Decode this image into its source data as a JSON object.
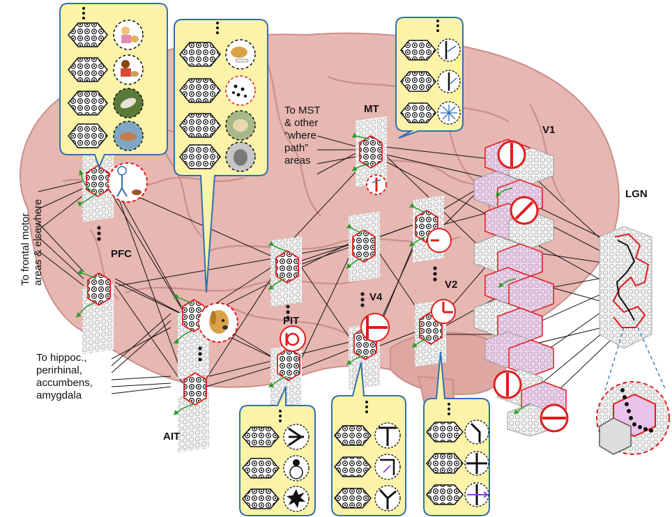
{
  "areas": {
    "pfc": "PFC",
    "ait": "AIT",
    "pit": "PIT",
    "v4": "V4",
    "v2": "V2",
    "mt": "MT",
    "v1": "V1",
    "lgn": "LGN"
  },
  "notes": {
    "frontal": [
      "To frontal motor",
      "areas & elsewhere"
    ],
    "hippoc": [
      "To hippoc.,",
      "perirhinal,",
      "accumbens,",
      "amygdala"
    ],
    "mst": [
      "To MST",
      "& other",
      "“where",
      "path”",
      "areas"
    ]
  },
  "colors": {
    "brain": "#e7b7b2",
    "brain_dark": "#c98f8b",
    "callout_fill": "#fbf3a8",
    "callout_border": "#2e6fb0",
    "feature_red": "#e11b1b",
    "feedback_green": "#2c9b2c",
    "v1_pink": "#e9c3e9"
  },
  "icons": {
    "pfc_callout": [
      "girl-hugging-dog-icon",
      "vet-with-dog-icon",
      "dog-jumping-icon",
      "dog-in-water-icon"
    ],
    "ait_callout": [
      "dog-with-bone-icon",
      "dalmatian-icon",
      "golden-retriever-icon",
      "wolf-icon"
    ],
    "mt_callout": [
      "direction-arrow-icon",
      "motion-arrow-icon",
      "radial-arrows-icon"
    ],
    "pit_callout": [
      "angle-shape-icon",
      "ball-and-circle-icon",
      "star-burst-icon"
    ],
    "v4_callout": [
      "t-junction-icon",
      "corner-arrow-icon",
      "y-junction-icon"
    ],
    "v2_callout": [
      "bent-line-icon",
      "cross-icon",
      "cross-arrow-icon"
    ]
  }
}
